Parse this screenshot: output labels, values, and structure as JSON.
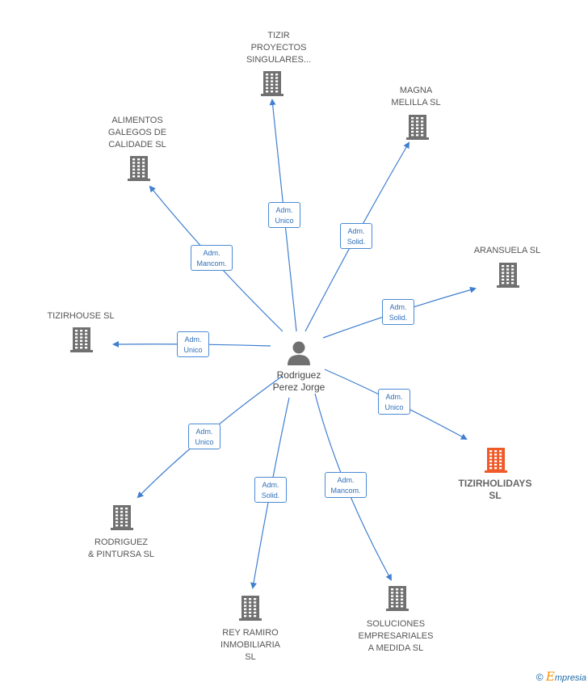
{
  "center": {
    "label_line1": "Rodriguez",
    "label_line2": "Perez Jorge"
  },
  "companies": [
    {
      "id": "tizir",
      "lines": [
        "TIZIR",
        "PROYECTOS",
        "SINGULARES..."
      ],
      "color": "#707070"
    },
    {
      "id": "magna",
      "lines": [
        "MAGNA",
        "MELILLA SL"
      ],
      "color": "#707070"
    },
    {
      "id": "alimentos",
      "lines": [
        "ALIMENTOS",
        "GALEGOS DE",
        "CALIDADE SL"
      ],
      "color": "#707070"
    },
    {
      "id": "aransuela",
      "lines": [
        "ARANSUELA SL"
      ],
      "color": "#707070"
    },
    {
      "id": "tizirhouse",
      "lines": [
        "TIZIRHOUSE SL"
      ],
      "color": "#707070"
    },
    {
      "id": "tizirholidays",
      "lines": [
        "TIZIRHOLIDAYS",
        "SL"
      ],
      "color": "#f05a28"
    },
    {
      "id": "rodriguez",
      "lines": [
        "RODRIGUEZ",
        "& PINTURSA SL"
      ],
      "color": "#707070"
    },
    {
      "id": "rey",
      "lines": [
        "REY RAMIRO",
        "INMOBILIARIA",
        "SL"
      ],
      "color": "#707070"
    },
    {
      "id": "soluciones",
      "lines": [
        "SOLUCIONES",
        "EMPRESARIALES",
        "A MEDIDA SL"
      ],
      "color": "#707070"
    }
  ],
  "edges": [
    {
      "to": "tizir",
      "line1": "Adm.",
      "line2": "Unico"
    },
    {
      "to": "magna",
      "line1": "Adm.",
      "line2": "Solid."
    },
    {
      "to": "alimentos",
      "line1": "Adm.",
      "line2": "Mancom."
    },
    {
      "to": "aransuela",
      "line1": "Adm.",
      "line2": "Solid."
    },
    {
      "to": "tizirhouse",
      "line1": "Adm.",
      "line2": "Unico"
    },
    {
      "to": "tizirholidays",
      "line1": "Adm.",
      "line2": "Unico"
    },
    {
      "to": "rodriguez",
      "line1": "Adm.",
      "line2": "Unico"
    },
    {
      "to": "rey",
      "line1": "Adm.",
      "line2": "Solid."
    },
    {
      "to": "soluciones",
      "line1": "Adm.",
      "line2": "Mancom."
    }
  ],
  "colors": {
    "edge": "#3f7fd0",
    "building": "#707070",
    "highlight": "#f05a28",
    "person": "#707070"
  },
  "footer": {
    "symbol": "©",
    "brand_initial": "E",
    "brand_rest": "mpresia"
  }
}
